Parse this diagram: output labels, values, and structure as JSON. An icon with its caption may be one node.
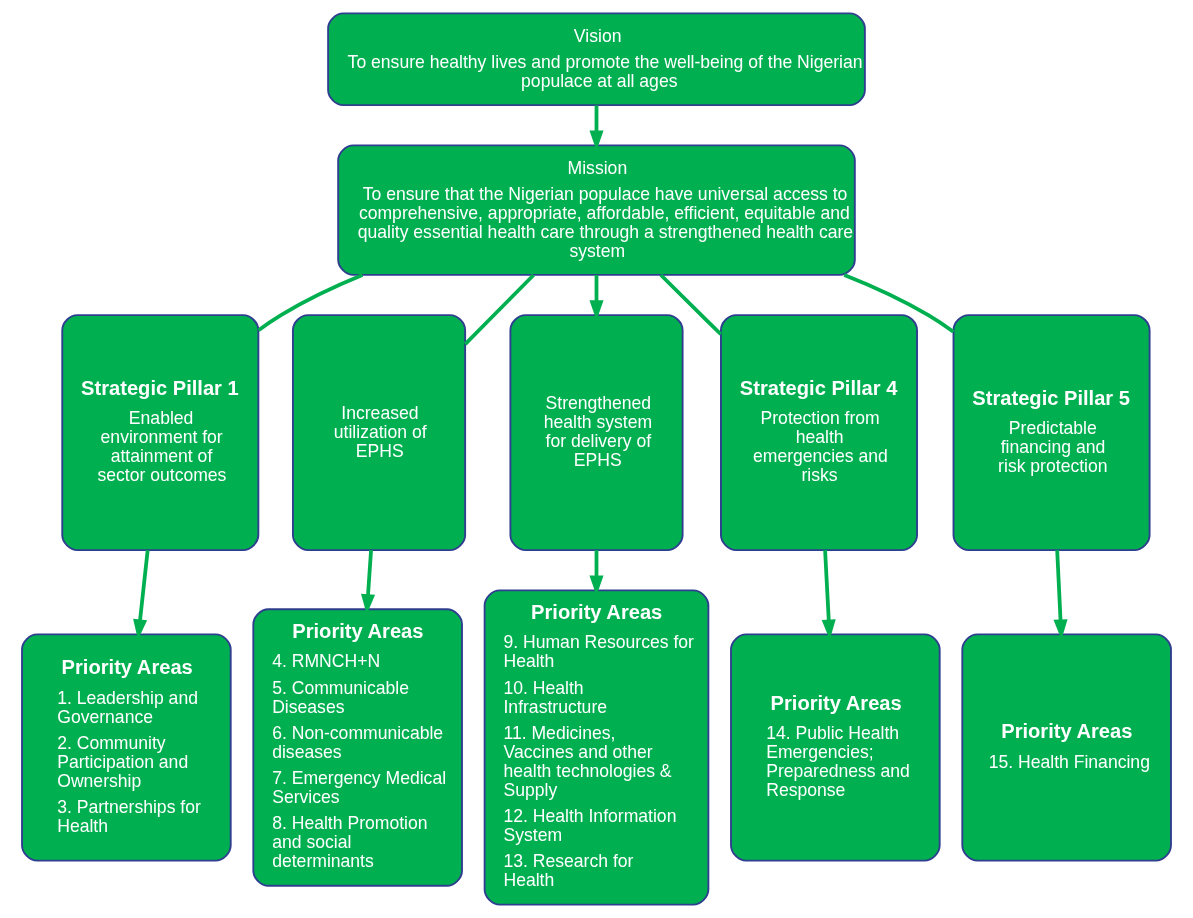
{
  "diagram": {
    "nodes": [
      {
        "text": [
          "Vision",
          "To ensure healthy lives and promote the well-being of the Nigerian populace at all ages"
        ]
      },
      {
        "text": [
          "Mission",
          "To ensure that the Nigerian populace have universal access to comprehensive, appropriate, affordable, efficient, equitable and quality essential health care through a strengthened health care system"
        ]
      },
      {
        "text": [
          "Strategic Pillar 1",
          "Enabled environment for attainment of sector outcomes"
        ]
      },
      {
        "text": [
          "Increased utilization of EPHS"
        ]
      },
      {
        "text": [
          "Strengthened health system for delivery of EPHS"
        ]
      },
      {
        "text": [
          "Strategic Pillar 4",
          "Protection from health emergencies and risks"
        ]
      },
      {
        "text": [
          "Strategic Pillar 5",
          "Predictable financing and risk protection"
        ]
      },
      {
        "text": [
          "Priority Areas",
          "1. Leadership and Governance",
          "2. Community Participation and Ownership",
          "3. Partnerships for Health"
        ]
      },
      {
        "text": [
          "Priority Areas",
          "4. RMNCH+N",
          "5. Communicable Diseases",
          "6. Non-communicable diseases",
          "7. Emergency Medical Services",
          "8. Health Promotion and social determinants"
        ]
      },
      {
        "text": [
          "Priority Areas",
          "9. Human Resources for Health",
          "10. Health Infrastructure",
          "11. Medicines, Vaccines and other health technologies & Supply",
          "12. Health Information System",
          "13. Research for Health"
        ]
      },
      {
        "text": [
          "Priority Areas",
          "14. Public Health Emergencies; Preparedness and Response"
        ]
      },
      {
        "text": [
          "Priority Areas",
          "15. Health Financing"
        ]
      }
    ],
    "edges": [
      {
        "from": 0,
        "to": 1,
        "arrow": "to"
      },
      {
        "from": 1,
        "to": 2,
        "arrow": "none"
      },
      {
        "from": 1,
        "to": 3,
        "arrow": "none"
      },
      {
        "from": 1,
        "to": 4,
        "arrow": "to"
      },
      {
        "from": 1,
        "to": 5,
        "arrow": "none"
      },
      {
        "from": 1,
        "to": 6,
        "arrow": "none"
      },
      {
        "from": 2,
        "to": 7,
        "arrow": "to"
      },
      {
        "from": 3,
        "to": 8,
        "arrow": "to"
      },
      {
        "from": 4,
        "to": 9,
        "arrow": "to"
      },
      {
        "from": 5,
        "to": 10,
        "arrow": "to"
      },
      {
        "from": 6,
        "to": 11,
        "arrow": "to"
      }
    ]
  }
}
